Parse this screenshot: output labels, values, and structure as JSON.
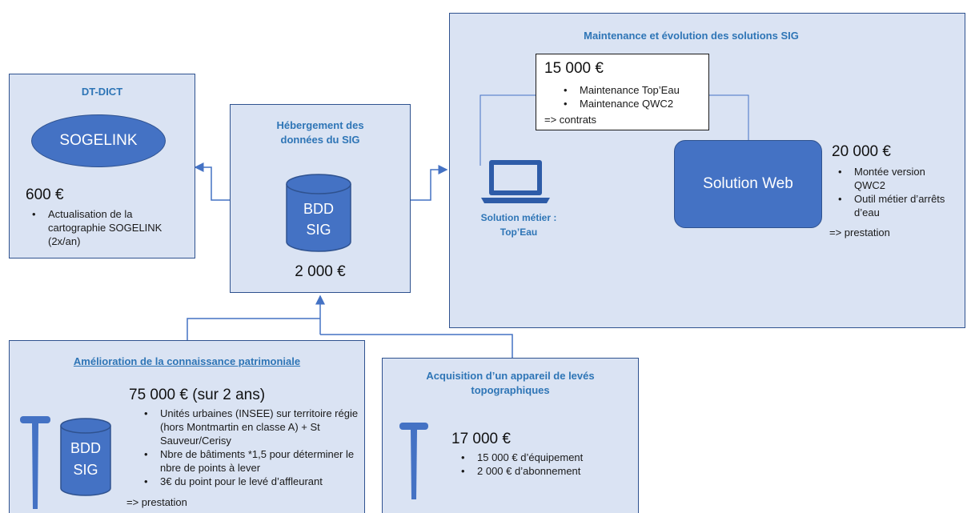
{
  "dtdict": {
    "title": "DT-DICT",
    "ellipse_label": "SOGELINK",
    "amount": "600 €",
    "bullets": [
      "Actualisation de la cartographie SOGELINK (2x/an)"
    ]
  },
  "hebergement": {
    "title": "Hébergement des données du SIG",
    "db_line1": "BDD",
    "db_line2": "SIG",
    "amount": "2 000 €"
  },
  "maintenance": {
    "title": "Maintenance et évolution des solutions SIG",
    "contract_amount": "15 000 €",
    "contract_bullets": [
      "Maintenance Top’Eau",
      "Maintenance QWC2"
    ],
    "contract_note": "=> contrats",
    "laptop_caption": "Solution métier : Top’Eau",
    "web_label": "Solution Web",
    "web_amount": "20 000 €",
    "web_bullets": [
      "Montée version QWC2",
      "Outil métier d’arrêts d’eau"
    ],
    "web_note": "=> prestation"
  },
  "amelioration": {
    "title": "Amélioration de la connaissance patrimoniale",
    "amount": "75 000 € (sur 2 ans)",
    "db_line1": "BDD",
    "db_line2": "SIG",
    "bullets": [
      "Unités urbaines (INSEE) sur territoire régie (hors Montmartin en classe A) + St Sauveur/Cerisy",
      "Nbre de bâtiments *1,5 pour déterminer le nbre de points à lever",
      "3€ du point pour le levé d’affleurant"
    ],
    "note": "=> prestation"
  },
  "acquisition": {
    "title": "Acquisition d’un appareil de levés topographiques",
    "amount": "17 000 €",
    "bullets": [
      "15 000 € d’équipement",
      "2 000 € d’abonnement"
    ]
  },
  "colors": {
    "panel_fill": "#dae3f3",
    "panel_border": "#2f528f",
    "shape_fill": "#4472c4",
    "title": "#2e75b6",
    "connector": "#4472c4"
  }
}
